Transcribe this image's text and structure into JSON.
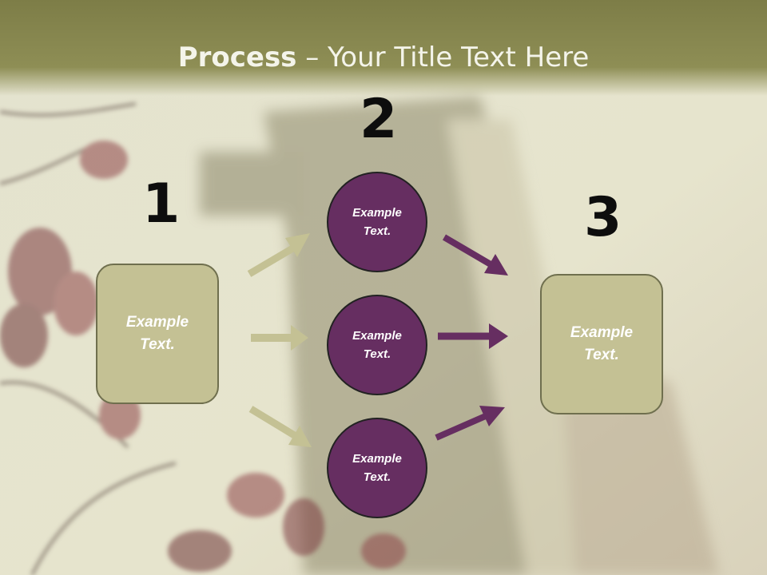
{
  "slide": {
    "title_bold": "Process",
    "title_rest": " – Your Title Text Here",
    "step_numbers": [
      "1",
      "2",
      "3"
    ],
    "left_box": "Example Text.",
    "circles": [
      "Example Text.",
      "Example Text.",
      "Example Text."
    ],
    "right_box": "Example Text."
  },
  "colors": {
    "title_bar": "#7d7d47",
    "box_fill": "#c4c194",
    "circle_fill": "#662e61",
    "arrow_left": "#c4c194",
    "arrow_right": "#662e61"
  }
}
